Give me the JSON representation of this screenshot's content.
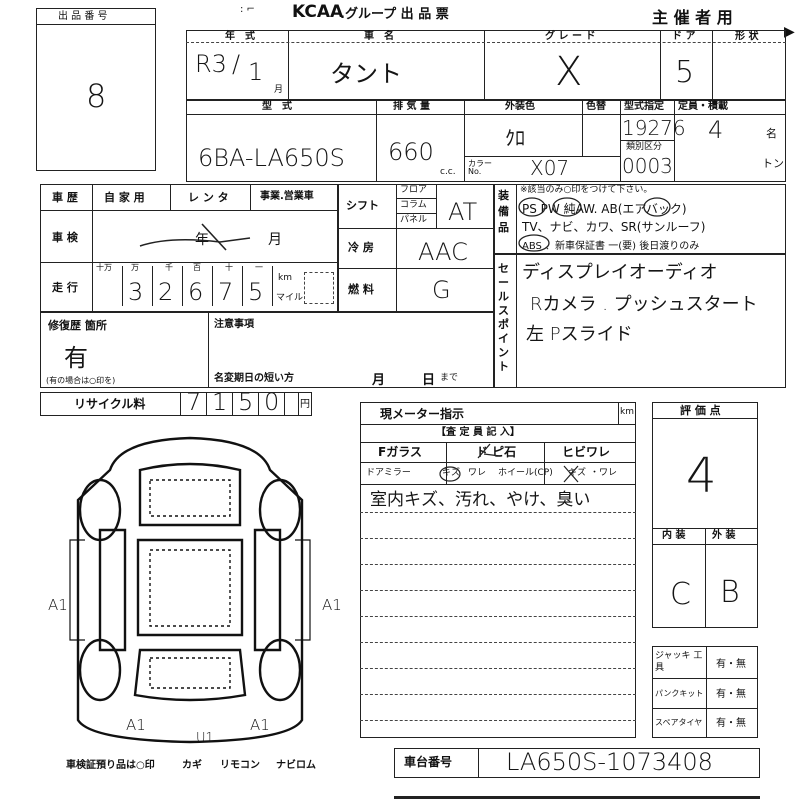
{
  "lot": {
    "label": "出 品 番 号",
    "number": "8"
  },
  "header": {
    "brand": "KCAA",
    "group": ".グループ 出 品 票",
    "organizer": "主 催 者 用"
  },
  "row1": {
    "year_label": "年　式",
    "year_era": "R3",
    "year_slash": "/",
    "year_month": "1",
    "month_unit": "月",
    "name_label": "車　名",
    "name": "タント",
    "grade_label": "グ レ ー ド",
    "grade": "X",
    "door_label": "ド ア",
    "door": "5",
    "shape_label": "形 状"
  },
  "row2": {
    "model_label": "型　式",
    "model": "6BA-LA650S",
    "disp_label": "排 気 量",
    "disp": "660",
    "disp_unit": "c.c.",
    "color_label": "外装色",
    "color": "ｸﾛ",
    "colorno_label": "色替",
    "color_code_label": "カラー No.",
    "color_code": "X07",
    "typeapp_label": "型式指定",
    "typeapp": "19276",
    "cls_label": "類別区分",
    "cls": "0003",
    "cap_label": "定員・積載",
    "cap": "4",
    "cap_unit": "名",
    "ton_unit": "トン"
  },
  "history": {
    "label": "車 歴",
    "own": "自 家 用",
    "rent": "レ ン タ",
    "biz": "事業.営業車",
    "shaken_label": "車 検",
    "shaken_year": "年",
    "shaken_month": "月",
    "mileage_label": "走 行",
    "mileage_units": [
      "十万",
      "万",
      "千",
      "百",
      "十",
      "一"
    ],
    "mileage_digits": [
      "3",
      "2",
      "6",
      "7",
      "5"
    ],
    "km": "km",
    "mile": "マイル"
  },
  "shift": {
    "label": "シフト",
    "floor": "フロア",
    "column": "コラム",
    "paddle": "パネル",
    "value": "AT"
  },
  "ac": {
    "label": "冷 房",
    "value": "AAC"
  },
  "fuel": {
    "label": "燃 料",
    "value": "G"
  },
  "equip": {
    "side_label": "装備品",
    "note": "※該当のみ○印をつけて下さい。",
    "line1": "PS  PW  純AW.  AB(エアバック)",
    "line2": "TV、ナビ、カワ、SR(サンルーフ)",
    "line3": "ABS 、新車保証書 一(要) 後日渡りのみ"
  },
  "sales": {
    "side_label": "セールスポイント",
    "line1": "ディスプレイオーディオ",
    "line2": "Rカメラ . プッシュスタート",
    "line3": "左 Pスライド"
  },
  "repair": {
    "label": "修復歴 箇所",
    "value": "有",
    "note": "(有の場合は○印を)"
  },
  "caution": {
    "label": "注意事項",
    "rename_label": "名変期日の短い方",
    "month": "月",
    "day": "日",
    "until": "まで"
  },
  "recycle": {
    "label": "リサイクル料",
    "digits": [
      "7",
      "1",
      "5",
      "0"
    ],
    "unit": "円"
  },
  "inspect": {
    "meter_label": "現メーター指示",
    "km": "km",
    "title": "【査 定 員 記 入】",
    "fglass": "Fガラス",
    "stone": "ド ピ石",
    "hibi": "ヒビワレ",
    "mirror": "ドアミラー",
    "mirror_scr": "キズ",
    "mirror_crack": "ワレ",
    "wheel": "ホイール(CP)",
    "wheel_scr": "キズ",
    "wheel_crack": "・ワレ",
    "comment": "室内キズ、汚れ、やけ、臭い"
  },
  "score": {
    "label": "評 価 点",
    "value": "4",
    "int_label": "内 装",
    "ext_label": "外 装",
    "int": "C",
    "ext": "B"
  },
  "tools": {
    "jack": "ジャッキ 工 具",
    "puncture": "パンクキット",
    "spare": "スペアタイヤ",
    "opt": "有・無"
  },
  "chassis": {
    "label": "車台番号",
    "value": "LA650S-1073408"
  },
  "diagram": {
    "marks": [
      "A1",
      "A1",
      "A1",
      "A1"
    ],
    "u1": "U1"
  },
  "footer": {
    "keys": "車検証預り品は○印",
    "key": "カギ",
    "remote": "リモコン",
    "navirom": "ナビロム"
  }
}
